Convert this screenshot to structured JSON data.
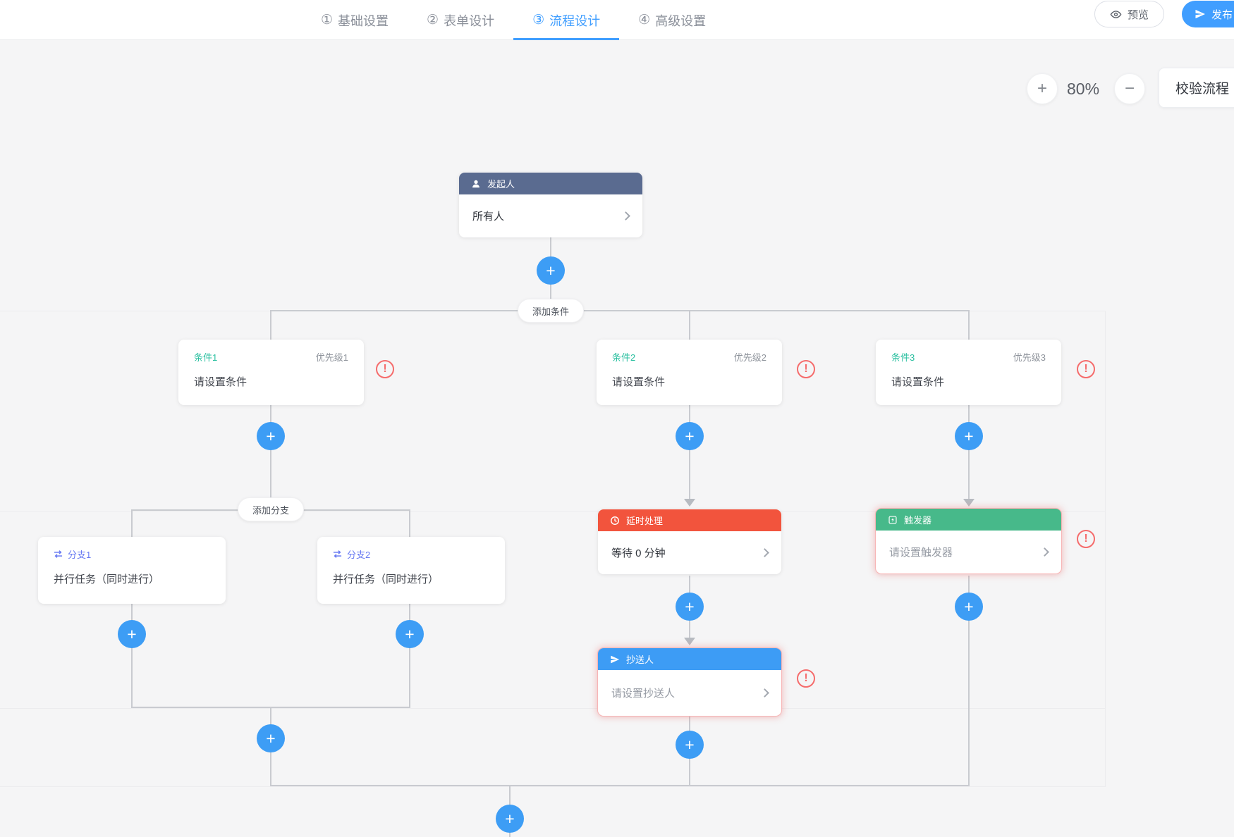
{
  "header": {
    "tabs": [
      {
        "num": "①",
        "label": "基础设置"
      },
      {
        "num": "②",
        "label": "表单设计"
      },
      {
        "num": "③",
        "label": "流程设计"
      },
      {
        "num": "④",
        "label": "高级设置"
      }
    ],
    "preview_label": "预览",
    "publish_label": "发布"
  },
  "toolbar": {
    "zoom_in_label": "+",
    "zoom_level": "80%",
    "zoom_out_label": "−",
    "validate_label": "校验流程"
  },
  "flow": {
    "start": {
      "title": "发起人",
      "value": "所有人"
    },
    "add_condition_label": "添加条件",
    "add_branch_label": "添加分支",
    "conditions": [
      {
        "title": "条件1",
        "priority": "优先级1",
        "placeholder": "请设置条件"
      },
      {
        "title": "条件2",
        "priority": "优先级2",
        "placeholder": "请设置条件"
      },
      {
        "title": "条件3",
        "priority": "优先级3",
        "placeholder": "请设置条件"
      }
    ],
    "branches": [
      {
        "title": "分支1",
        "value": "并行任务（同时进行）"
      },
      {
        "title": "分支2",
        "value": "并行任务（同时进行）"
      }
    ],
    "delay": {
      "title": "延时处理",
      "value": "等待 0 分钟"
    },
    "cc": {
      "title": "抄送人",
      "placeholder": "请设置抄送人"
    },
    "trigger": {
      "title": "触发器",
      "placeholder": "请设置触发器"
    },
    "plus_label": "+",
    "warning_label": "!"
  },
  "colors": {
    "accent": "#409eff",
    "plus_button": "#3d9df5",
    "error": "#f56c6c",
    "start_header": "#5a6b90",
    "delay_header": "#f2543d",
    "cc_header": "#3d9cf5",
    "trigger_header": "#47b98a",
    "condition_title": "#28bf9f",
    "branch_title": "#6678f2"
  }
}
